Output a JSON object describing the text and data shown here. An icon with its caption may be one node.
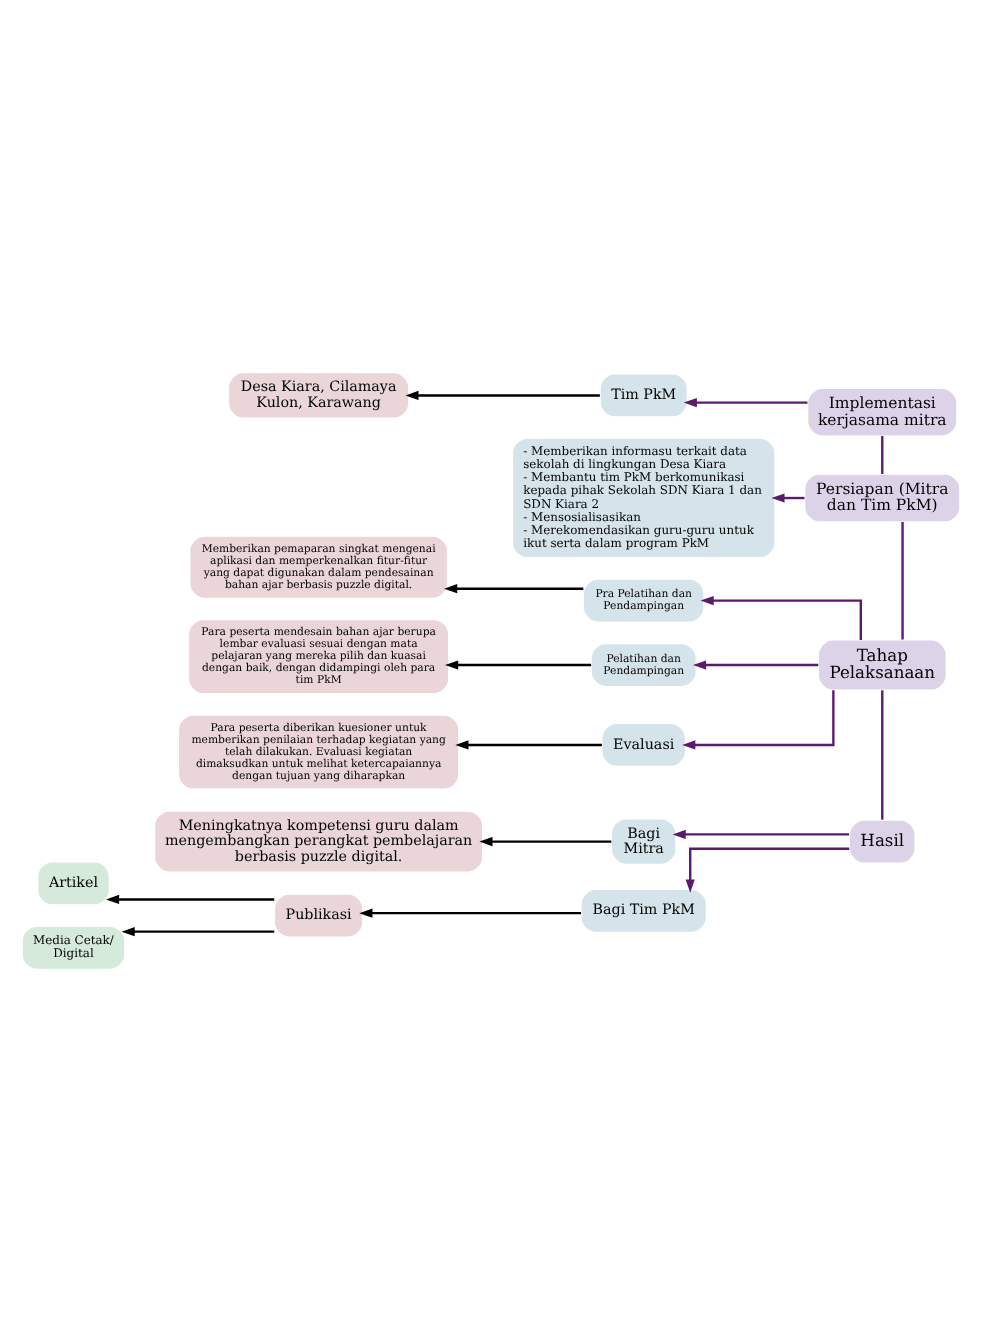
{
  "diagram": {
    "nodes": [
      {
        "text": [
          "Implementasi kerjasama mitra"
        ]
      },
      {
        "text": [
          "Tim PkM"
        ]
      },
      {
        "text": [
          "Desa Kiara, Cilamaya Kulon, Karawang"
        ]
      },
      {
        "text": [
          "Persiapan (Mitra dan Tim PkM)"
        ]
      },
      {
        "text": [
          "- Memberikan informasu terkait data sekolah di lingkungan Desa Kiara",
          "- Membantu tim PkM berkomunikasi kepada pihak Sekolah SDN Kiara 1 dan SDN Kiara 2",
          "- Mensosialisasikan",
          "- Merekomendasikan guru-guru untuk ikut serta dalam program PkM"
        ]
      },
      {
        "text": [
          "Tahap Pelaksanaan"
        ]
      },
      {
        "text": [
          "Pra Pelatihan dan Pendampingan"
        ]
      },
      {
        "text": [
          "Memberikan pemaparan singkat mengenai aplikasi dan memperkenalkan fitur-fitur yang dapat digunakan dalam pendesainan bahan ajar berbasis puzzle digital."
        ]
      },
      {
        "text": [
          "Pelatihan dan Pendampingan"
        ]
      },
      {
        "text": [
          "Para peserta mendesain bahan ajar berupa lembar evaluasi sesuai dengan mata pelajaran yang mereka pilih dan kuasai dengan baik, dengan didampingi oleh para tim PkM"
        ]
      },
      {
        "text": [
          "Evaluasi"
        ]
      },
      {
        "text": [
          "Para peserta diberikan kuesioner untuk memberikan penilaian terhadap kegiatan yang telah dilakukan. Evaluasi kegiatan dimaksudkan untuk melihat ketercapaiannya dengan tujuan yang diharapkan"
        ]
      },
      {
        "text": [
          "Hasil"
        ]
      },
      {
        "text": [
          "Bagi Mitra"
        ]
      },
      {
        "text": [
          "Meningkatnya kompetensi guru dalam mengembangkan perangkat pembelajaran berbasis puzzle digital."
        ]
      },
      {
        "text": [
          "Bagi Tim PkM"
        ]
      },
      {
        "text": [
          "Publikasi"
        ]
      },
      {
        "text": [
          "Artikel"
        ]
      },
      {
        "text": [
          "Media Cetak/ Digital"
        ]
      }
    ],
    "edges": [
      {
        "from": 0,
        "to": 1,
        "arrow": "to"
      },
      {
        "from": 1,
        "to": 2,
        "arrow": "to",
        "color": "#000000"
      },
      {
        "from": 0,
        "to": 3,
        "arrow": "none"
      },
      {
        "from": 3,
        "to": 4,
        "arrow": "to"
      },
      {
        "from": 3,
        "to": 5,
        "arrow": "none"
      },
      {
        "from": 5,
        "to": 6,
        "arrow": "to"
      },
      {
        "from": 5,
        "to": 8,
        "arrow": "to"
      },
      {
        "from": 5,
        "to": 10,
        "arrow": "to"
      },
      {
        "from": 6,
        "to": 7,
        "arrow": "to",
        "color": "#000000"
      },
      {
        "from": 8,
        "to": 9,
        "arrow": "to",
        "color": "#000000"
      },
      {
        "from": 10,
        "to": 11,
        "arrow": "to",
        "color": "#000000"
      },
      {
        "from": 5,
        "to": 12,
        "arrow": "none"
      },
      {
        "from": 12,
        "to": 13,
        "arrow": "to"
      },
      {
        "from": 12,
        "to": 15,
        "arrow": "to"
      },
      {
        "from": 13,
        "to": 14,
        "arrow": "to",
        "color": "#000000"
      },
      {
        "from": 15,
        "to": 16,
        "arrow": "to",
        "color": "#000000"
      },
      {
        "from": 16,
        "to": 17,
        "arrow": "to",
        "color": "#000000"
      },
      {
        "from": 16,
        "to": 18,
        "arrow": "to",
        "color": "#000000"
      }
    ]
  }
}
